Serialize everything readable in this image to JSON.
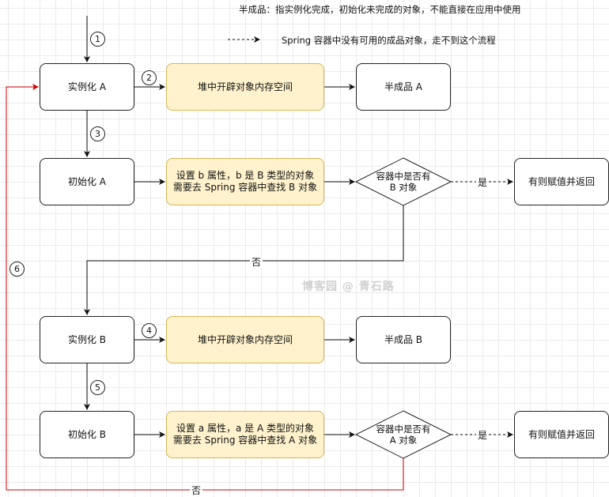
{
  "legend": {
    "half_product_note": "半成品：指实例化完成，初始化未完成的对象，不能直接在应用中使用",
    "dashed_note": "Spring 容器中没有可用的成品对象，走不到这个流程"
  },
  "steps": [
    "1",
    "2",
    "3",
    "4",
    "5",
    "6"
  ],
  "nodes": {
    "instantiate_a": "实例化 A",
    "heap_alloc_a": "堆中开辟对象内存空间",
    "half_product_a": "半成品 A",
    "init_a": "初始化 A",
    "set_b_property": "设置 b 属性，b 是 B 类型的对象\n需要去 Spring 容器中查找 B 对象",
    "container_has_b": "容器中是否有\nB 对象",
    "assign_return_1": "有则赋值并返回",
    "instantiate_b": "实例化 B",
    "heap_alloc_b": "堆中开辟对象内存空间",
    "half_product_b": "半成品 B",
    "init_b": "初始化 B",
    "set_a_property": "设置 a 属性，a 是 A 类型的对象\n需要去 Spring 容器中查找 A 对象",
    "container_has_a": "容器中是否有\nA 对象",
    "assign_return_2": "有则赋值并返回"
  },
  "edge_labels": {
    "yes": "是",
    "no": "否"
  },
  "watermark": "博客园 @ 青石路",
  "colors": {
    "yellow_fill": "#fff2cc",
    "yellow_border": "#d6b656",
    "loop_line": "#cc0000",
    "line": "#111111"
  }
}
